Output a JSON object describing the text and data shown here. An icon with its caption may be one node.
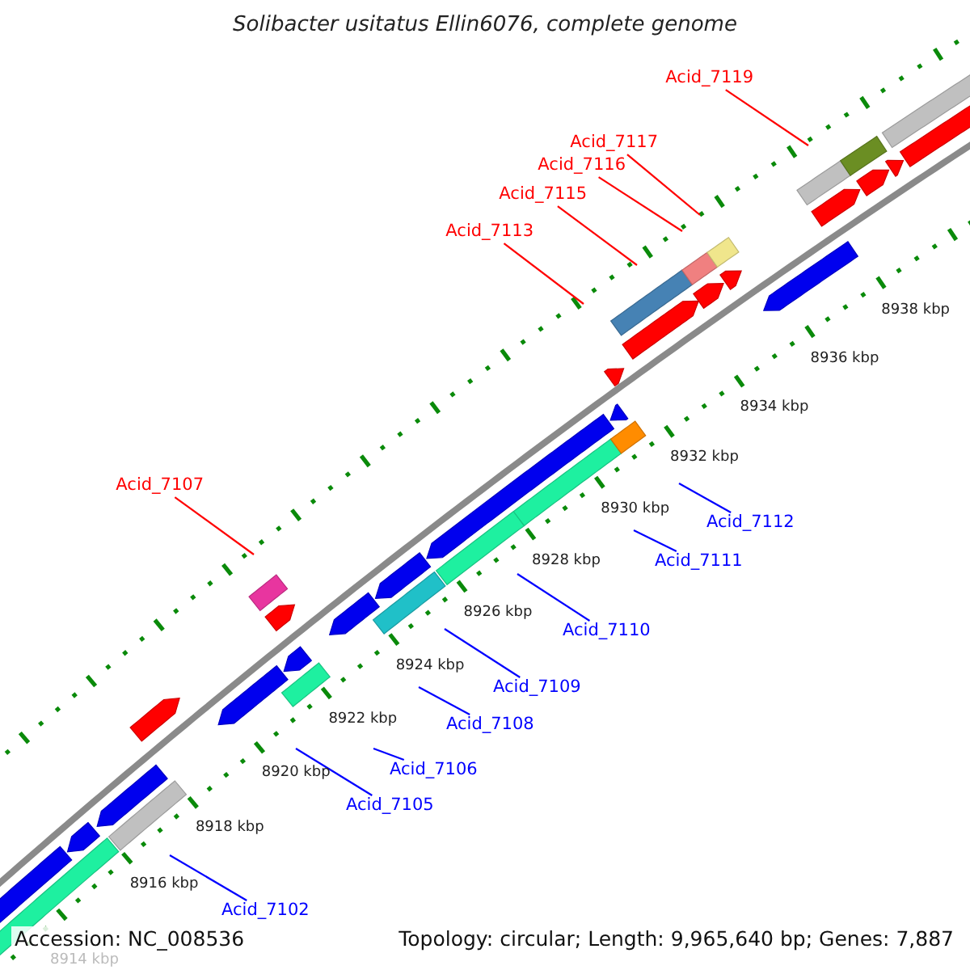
{
  "diagram": {
    "title": "Solibacter usitatus Ellin6076, complete genome",
    "nodes": [
      {
        "text": [
          "Acid_7119"
        ]
      },
      {
        "text": [
          "Acid_7117"
        ]
      },
      {
        "text": [
          "Acid_7116"
        ]
      },
      {
        "text": [
          "Acid_7115"
        ]
      },
      {
        "text": [
          "Acid_7113"
        ]
      },
      {
        "text": [
          "Acid_7107"
        ]
      },
      {
        "text": [
          "Acid_7112"
        ]
      },
      {
        "text": [
          "Acid_7111"
        ]
      },
      {
        "text": [
          "Acid_7110"
        ]
      },
      {
        "text": [
          "Acid_7109"
        ]
      },
      {
        "text": [
          "Acid_7108"
        ]
      },
      {
        "text": [
          "Acid_7106"
        ]
      },
      {
        "text": [
          "Acid_7105"
        ]
      },
      {
        "text": [
          "Acid_7102"
        ]
      }
    ],
    "edges": [
      {
        "from": 0,
        "to": null,
        "arrow": "none",
        "color": "#ff0000"
      },
      {
        "from": 1,
        "to": null,
        "arrow": "none",
        "color": "#ff0000"
      },
      {
        "from": 2,
        "to": null,
        "arrow": "none",
        "color": "#ff0000"
      },
      {
        "from": 3,
        "to": null,
        "arrow": "none",
        "color": "#ff0000"
      },
      {
        "from": 4,
        "to": null,
        "arrow": "none",
        "color": "#ff0000"
      },
      {
        "from": 5,
        "to": null,
        "arrow": "none",
        "color": "#ff0000"
      },
      {
        "from": 6,
        "to": null,
        "arrow": "none"
      },
      {
        "from": 7,
        "to": null,
        "arrow": "none"
      },
      {
        "from": 8,
        "to": null,
        "arrow": "none"
      },
      {
        "from": 9,
        "to": null,
        "arrow": "none"
      },
      {
        "from": 10,
        "to": null,
        "arrow": "none"
      },
      {
        "from": 11,
        "to": null,
        "arrow": "none"
      },
      {
        "from": 12,
        "to": null,
        "arrow": "none"
      },
      {
        "from": 13,
        "to": null,
        "arrow": "none"
      }
    ],
    "labels": [
      "8938 kbp",
      "8936 kbp",
      "8934 kbp",
      "8932 kbp",
      "8930 kbp",
      "8928 kbp",
      "8926 kbp",
      "8924 kbp",
      "8922 kbp",
      "8920 kbp",
      "8918 kbp",
      "8916 kbp",
      "Accession: NC_008536",
      "Topology: circular; Length: 9,965,640 bp; Genes: 7,887",
      "8914 kbp"
    ]
  }
}
